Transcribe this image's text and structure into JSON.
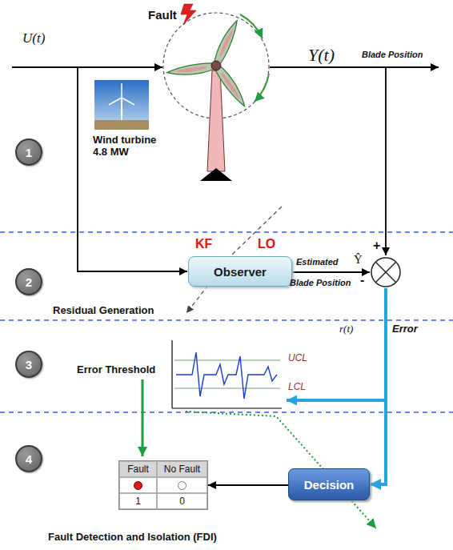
{
  "diagram": {
    "nodes": [
      {
        "text": [
          "1"
        ]
      },
      {
        "text": [
          "2"
        ]
      },
      {
        "text": [
          "Observer"
        ]
      },
      {
        "text": [
          "+",
          "-"
        ]
      },
      {
        "text": [
          "3"
        ]
      },
      {
        "text": [
          "4"
        ]
      },
      {
        "text": [
          "Fault",
          "No Fault",
          "1",
          "0"
        ]
      },
      {
        "text": [
          "Decision"
        ]
      }
    ],
    "edges": [
      {
        "from": 2,
        "to": 3,
        "arrow": "to"
      },
      {
        "from": 3,
        "to": 7,
        "arrow": "to"
      },
      {
        "from": 7,
        "to": 6,
        "arrow": "to"
      }
    ],
    "labels": [
      "Fault",
      "U(t)",
      "Y(t)",
      "Blade Position",
      "Wind turbine 4.8 MW",
      "KF",
      "LO",
      "Estimated",
      "Ŷ",
      "Blade Position",
      "Residual Generation",
      "r(t)",
      "Error",
      "Error Threshold",
      "UCL",
      "LCL",
      "Fault Detection and Isolation (FDI)"
    ]
  }
}
